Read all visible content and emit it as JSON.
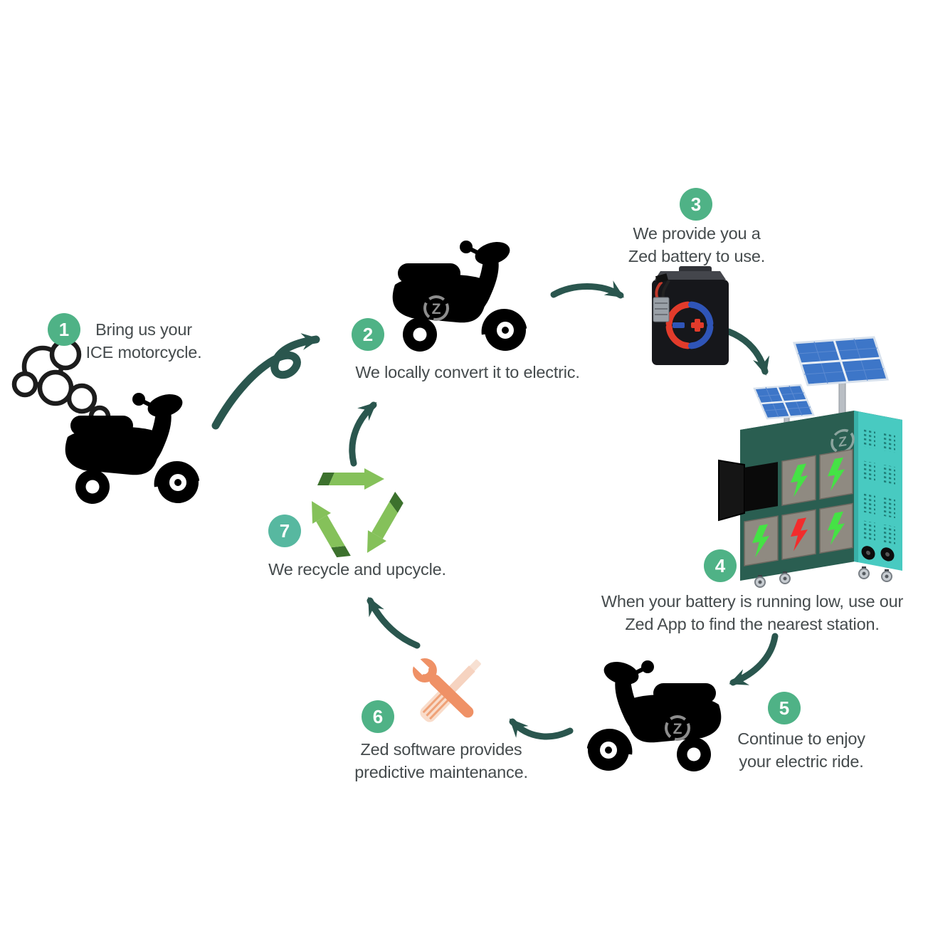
{
  "brand": {
    "logo_letter": "Z"
  },
  "colors": {
    "step_badge_green": "#4fb286",
    "step7_badge_teal": "#57b8a0",
    "arrow_teal": "#2a564e",
    "caption_text": "#454b4d",
    "scooter_black": "#000000",
    "logo_gray": "#8d8d8d",
    "recycle_light_green": "#85c15a",
    "recycle_dark_green": "#3c712d",
    "wrench_orange": "#ef9166",
    "screwdriver_peach": "#f9dcca",
    "screwdriver_stripe": "#efa278",
    "station_front_green": "#2a5e51",
    "station_side_teal": "#48cac1",
    "door_gray": "#8f8a81",
    "bolt_green": "#45e245",
    "bolt_red": "#f22c2c",
    "solar_blue": "#3d76c8",
    "battery_red": "#e23b2b",
    "battery_blue": "#2f55b8"
  },
  "steps": [
    {
      "number": "1",
      "lines": [
        "Bring us your",
        "ICE motorcycle."
      ]
    },
    {
      "number": "2",
      "lines": [
        "We locally convert it to electric."
      ]
    },
    {
      "number": "3",
      "lines": [
        "We provide you a",
        "Zed battery to use."
      ]
    },
    {
      "number": "4",
      "lines": [
        "When your battery is running low, use our",
        "Zed App to find the nearest station."
      ]
    },
    {
      "number": "5",
      "lines": [
        "Continue to enjoy",
        "your electric ride."
      ]
    },
    {
      "number": "6",
      "lines": [
        "Zed software provides",
        "predictive maintenance."
      ]
    },
    {
      "number": "7",
      "lines": [
        "We recycle and upcycle."
      ]
    }
  ],
  "station": {
    "slots": [
      {
        "state": "open",
        "bolt_color": ""
      },
      {
        "state": "charged",
        "bolt_color": "#45e245"
      },
      {
        "state": "charged",
        "bolt_color": "#45e245"
      },
      {
        "state": "charged",
        "bolt_color": "#45e245"
      },
      {
        "state": "charging",
        "bolt_color": "#f22c2c"
      },
      {
        "state": "charged",
        "bolt_color": "#45e245"
      }
    ]
  }
}
